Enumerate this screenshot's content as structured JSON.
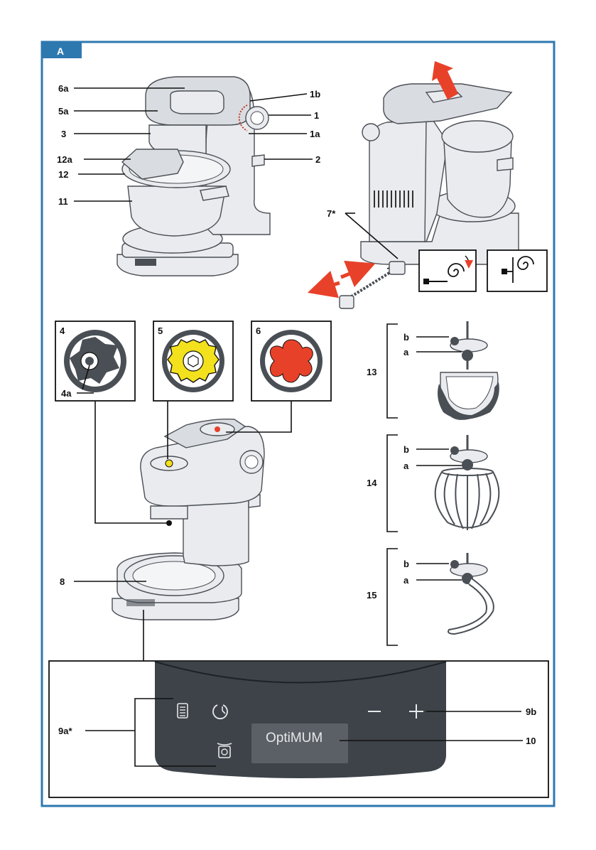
{
  "colors": {
    "frame": "#2e78b0",
    "badge": "#2e78b0",
    "panel": "#3d4349",
    "display": "#5a6066",
    "gear_yellow": "#f2e11c",
    "flower_red": "#e8412a",
    "arrow_red": "#e8412a",
    "dark_accent": "#4a4f55"
  },
  "badge": "A",
  "labels": {
    "l6a": "6a",
    "l5a": "5a",
    "l3": "3",
    "l12a": "12a",
    "l12": "12",
    "l11": "11",
    "l1b": "1b",
    "l1": "1",
    "l1a": "1a",
    "l2": "2",
    "l7": "7*",
    "l4": "4",
    "l4a": "4a",
    "l5": "5",
    "l6": "6",
    "l8": "8",
    "l13": "13",
    "l14": "14",
    "l15": "15",
    "b13": "b",
    "a13": "a",
    "b14": "b",
    "a14": "a",
    "b15": "b",
    "a15": "a",
    "l9a": "9a*",
    "l9b": "9b",
    "l10": "10"
  },
  "display_text": "OptiMUM",
  "icons": {
    "cord_wind": "cord-wind-icon",
    "cord_stored": "cord-stored-icon",
    "menu": "menu-icon",
    "timer": "timer-icon",
    "scale": "scale-icon",
    "minus": "minus-icon",
    "plus": "plus-icon"
  }
}
